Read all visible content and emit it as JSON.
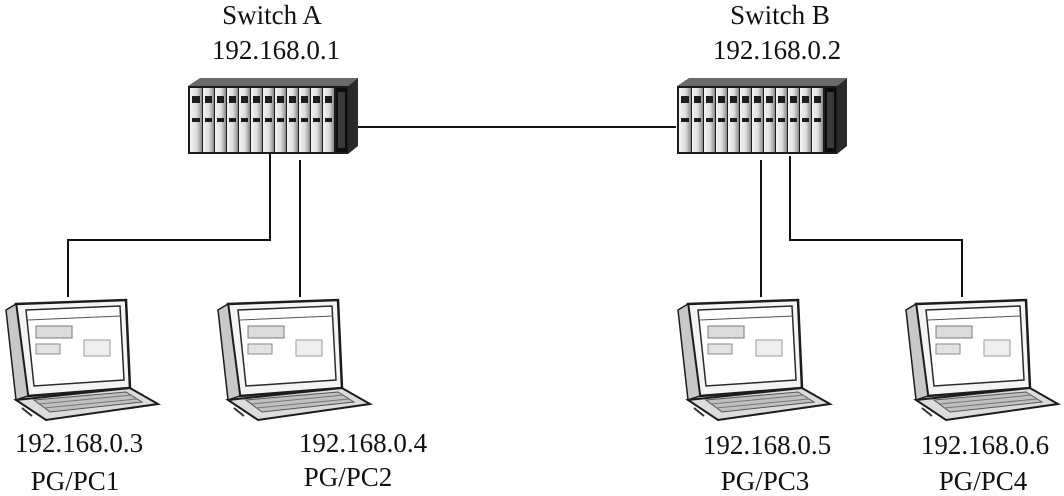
{
  "switches": [
    {
      "id": "a",
      "name": "Switch A",
      "ip": "192.168.0.1"
    },
    {
      "id": "b",
      "name": "Switch B",
      "ip": "192.168.0.2"
    }
  ],
  "computers": [
    {
      "id": "pc1",
      "ip": "192.168.0.3",
      "name": "PG/PC1"
    },
    {
      "id": "pc2",
      "ip": "192.168.0.4",
      "name": "PG/PC2"
    },
    {
      "id": "pc3",
      "ip": "192.168.0.5",
      "name": "PG/PC3"
    },
    {
      "id": "pc4",
      "ip": "192.168.0.6",
      "name": "PG/PC4"
    }
  ],
  "links": [
    {
      "from": "a",
      "to": "b"
    },
    {
      "from": "a",
      "to": "pc1"
    },
    {
      "from": "a",
      "to": "pc2"
    },
    {
      "from": "b",
      "to": "pc3"
    },
    {
      "from": "b",
      "to": "pc4"
    }
  ],
  "colors": {
    "line": "#111111",
    "device_dark": "#1c1c1c",
    "device_light": "#f2f2f2",
    "device_mid": "#b8b8b8"
  }
}
